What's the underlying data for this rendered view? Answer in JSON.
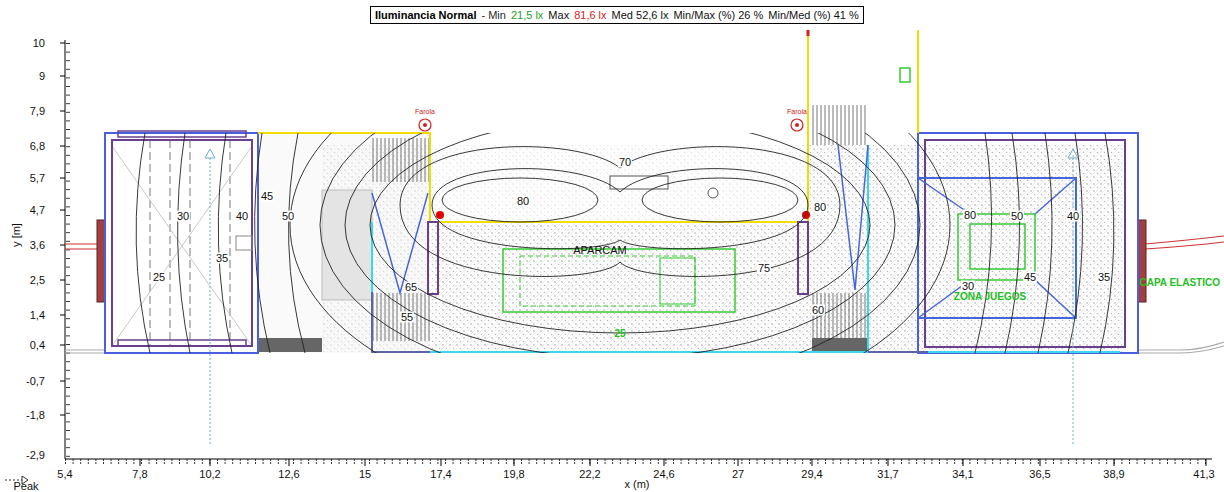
{
  "diagram": {
    "title": "Iluminancia Normal",
    "labels": [
      "- Min",
      "21,5 lx",
      "Max",
      "81,6 lx",
      "Med 52,6 lx",
      "Min/Max (%) 26 %",
      "Min/Med (%) 41 %",
      "Farola",
      "Farola",
      "10",
      "9",
      "7,9",
      "6,8",
      "5,7",
      "4,7",
      "3,6",
      "2,5",
      "1,4",
      "0,4",
      "-0,7",
      "-1,8",
      "-2,9",
      "y [m]",
      "5,4",
      "7,8",
      "10,2",
      "12,6",
      "15",
      "17,4",
      "19,8",
      "22,2",
      "24,6",
      "27",
      "29,4",
      "31,7",
      "34,1",
      "36,5",
      "38,9",
      "41,3",
      "x (m)",
      "Peak",
      "30",
      "40",
      "45",
      "50",
      "35",
      "25",
      "55",
      "65",
      "80",
      "70",
      "80",
      "75",
      "60",
      "80",
      "50",
      "40",
      "30",
      "45",
      "35",
      "25",
      "ZONA JUEGOS",
      "CAPA ELASTICO",
      "APARCAM"
    ]
  }
}
